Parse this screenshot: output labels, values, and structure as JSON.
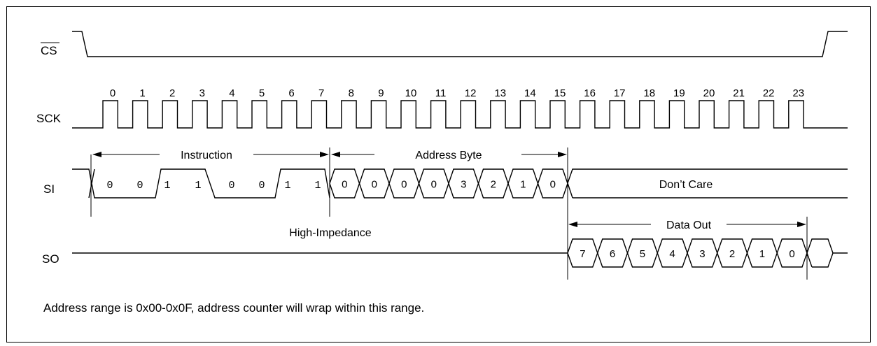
{
  "signals": {
    "cs": "CS",
    "sck": "SCK",
    "si": "SI",
    "so": "SO"
  },
  "clock_ticks": [
    "0",
    "1",
    "2",
    "3",
    "4",
    "5",
    "6",
    "7",
    "8",
    "9",
    "10",
    "11",
    "12",
    "13",
    "14",
    "15",
    "16",
    "17",
    "18",
    "19",
    "20",
    "21",
    "22",
    "23"
  ],
  "si": {
    "instruction_label": "Instruction",
    "address_label": "Address Byte",
    "dont_care_label": "Don’t Care",
    "instruction_bits": [
      "0",
      "0",
      "1",
      "1",
      "0",
      "0",
      "1",
      "1"
    ],
    "address_bits": [
      "0",
      "0",
      "0",
      "0",
      "3",
      "2",
      "1",
      "0"
    ]
  },
  "so": {
    "high_z_label": "High-Impedance",
    "data_out_label": "Data Out",
    "data_bits": [
      "7",
      "6",
      "5",
      "4",
      "3",
      "2",
      "1",
      "0"
    ]
  },
  "note": "Address range is 0x00-0x0F, address counter will wrap within this range."
}
